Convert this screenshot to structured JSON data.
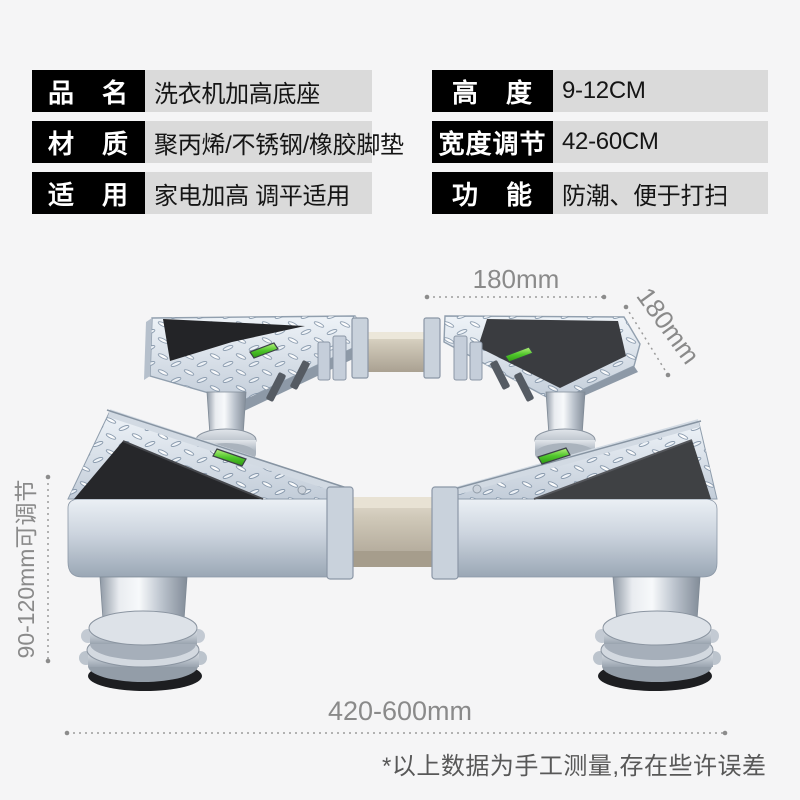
{
  "spec_tables": {
    "left": {
      "rows": [
        {
          "label": "品　名",
          "value": "洗衣机加高底座"
        },
        {
          "label": "材　质",
          "value": "聚丙烯/不锈钢/橡胶脚垫"
        },
        {
          "label": "适　用",
          "value": "家电加高 调平适用"
        }
      ]
    },
    "right": {
      "rows": [
        {
          "label": "高　度",
          "value": "9-12CM"
        },
        {
          "label": "宽度调节",
          "value": "42-60CM"
        },
        {
          "label": "功　能",
          "value": "防潮、便于打扫"
        }
      ]
    }
  },
  "dimensions": {
    "top_width": "180mm",
    "side_depth": "180mm",
    "height_range": "90-120mm可调节",
    "bottom_width": "420-600mm"
  },
  "footnote": "*以上数据为手工测量,存在些许误差",
  "colors": {
    "page_bg": "#f5f5f6",
    "label_bg": "#000000",
    "label_text": "#ffffff",
    "value_bg": "#dadada",
    "dimension_text": "#8a8a8a",
    "level_green": "#4fc62b",
    "rubber_black": "#26272a",
    "tube_beige": "#cfc8b8"
  }
}
